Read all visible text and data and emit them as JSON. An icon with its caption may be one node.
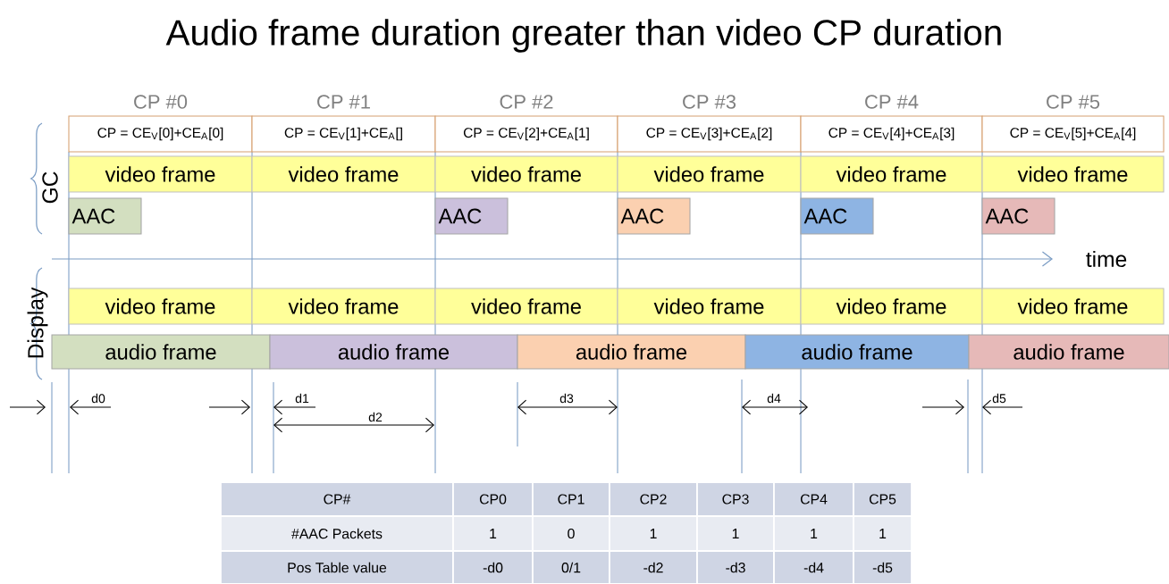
{
  "diagram": {
    "title": "Audio frame duration greater than video CP duration",
    "nodes": [
      {
        "text": [
          "CP #0",
          "CP = CE$_{V}$[0]+CE$_{A}$[0]"
        ]
      },
      {
        "text": [
          "CP #1",
          "CP = CE$_{V}$[1]+CE$_{A}$[]"
        ]
      },
      {
        "text": [
          "CP #2",
          "CP = CE$_{V}$[2]+CE$_{A}$[1]"
        ]
      },
      {
        "text": [
          "CP #3",
          "CP = CE$_{V}$[3]+CE$_{A}$[2]"
        ]
      },
      {
        "text": [
          "CP #4",
          "CP = CE$_{V}$[4]+CE$_{A}$[3]"
        ]
      },
      {
        "text": [
          "CP #5",
          "CP = CE$_{V}$[5]+CE$_{A}$[4]"
        ]
      },
      {
        "text": [
          "video frame"
        ]
      },
      {
        "text": [
          "video frame"
        ]
      },
      {
        "text": [
          "video frame"
        ]
      },
      {
        "text": [
          "video frame"
        ]
      },
      {
        "text": [
          "video frame"
        ]
      },
      {
        "text": [
          "video frame"
        ]
      },
      {
        "text": [
          "AAC"
        ]
      },
      {
        "text": [
          "AAC"
        ]
      },
      {
        "text": [
          "AAC"
        ]
      },
      {
        "text": [
          "AAC"
        ]
      },
      {
        "text": [
          "AAC"
        ]
      },
      {
        "text": [
          "video frame"
        ]
      },
      {
        "text": [
          "video frame"
        ]
      },
      {
        "text": [
          "video frame"
        ]
      },
      {
        "text": [
          "video frame"
        ]
      },
      {
        "text": [
          "video frame"
        ]
      },
      {
        "text": [
          "video frame"
        ]
      },
      {
        "text": [
          "audio frame"
        ]
      },
      {
        "text": [
          "audio frame"
        ]
      },
      {
        "text": [
          "audio frame"
        ]
      },
      {
        "text": [
          "audio frame"
        ]
      },
      {
        "text": [
          "audio frame"
        ]
      }
    ],
    "labels": [
      "GC",
      "time",
      "Display",
      "d0",
      "d1",
      "d3",
      "d4",
      "d5",
      "d2",
      "CP#",
      "CP0",
      "CP1",
      "CP2",
      "CP3",
      "CP4",
      "CP5",
      "#AAC Packets",
      "1",
      "0",
      "1",
      "1",
      "1",
      "1",
      "Pos Table value",
      "-d0",
      "0/1",
      "-d2",
      "-d3",
      "-d4",
      "-d5"
    ]
  }
}
